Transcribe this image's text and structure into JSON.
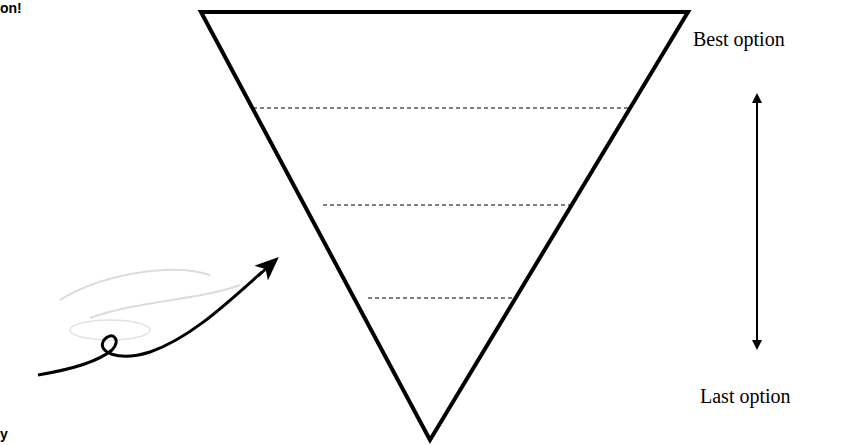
{
  "diagram": {
    "labels": [
      "on!",
      "Best option",
      "Last option",
      "y"
    ]
  }
}
